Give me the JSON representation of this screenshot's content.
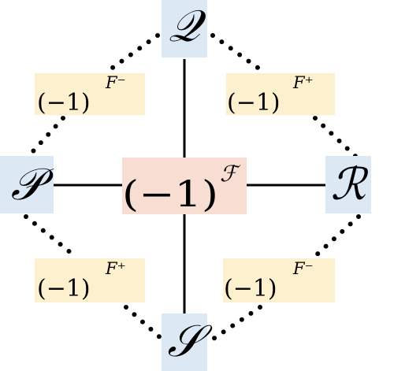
{
  "colors": {
    "vertex_box": "#dde8f5",
    "operator_box": "#fcf0cf",
    "center_box": "#f8ded2",
    "line": "#000000"
  },
  "vertices": {
    "top": "𝒬",
    "left": "𝒫",
    "right": "ℛ",
    "bottom": "𝒮"
  },
  "operators": {
    "top_left": {
      "base": "(−1)",
      "exponent": "F⁻"
    },
    "top_right": {
      "base": "(−1)",
      "exponent": "F⁺"
    },
    "bottom_left": {
      "base": "(−1)",
      "exponent": "F⁺"
    },
    "bottom_right": {
      "base": "(−1)",
      "exponent": "F⁻"
    }
  },
  "center": {
    "base": "(−1)",
    "exponent": "ℱ"
  }
}
